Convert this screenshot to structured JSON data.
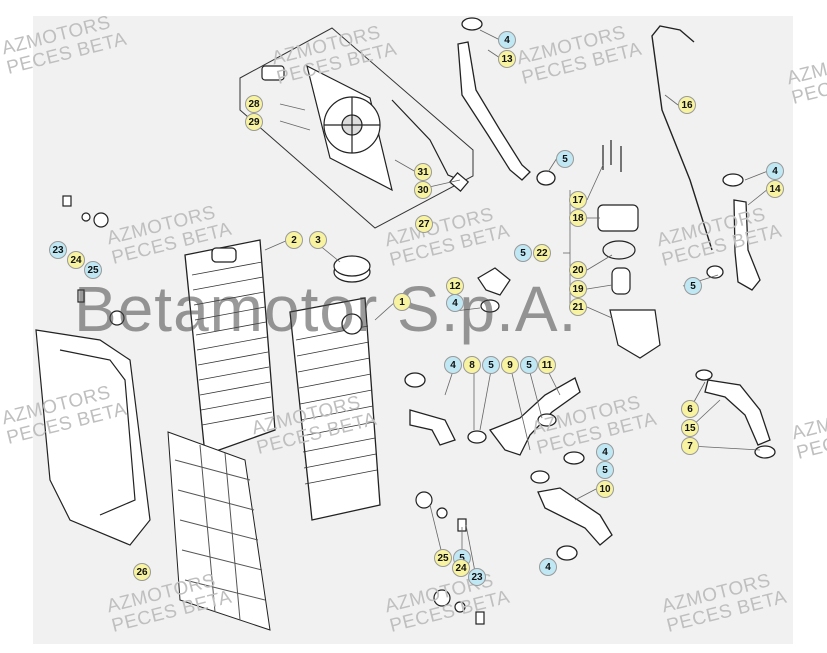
{
  "watermark": {
    "line1": "AZMOTORS",
    "line2": "PECES BETA"
  },
  "brand_text": "Betamotor S.p.A.",
  "colors": {
    "callout_yellow": "#f7f3a0",
    "callout_blue": "#bfe7f4",
    "line": "#222222"
  },
  "callouts": {
    "c1": "1",
    "c2": "2",
    "c3": "3",
    "c4a": "4",
    "c4b": "4",
    "c4c": "4",
    "c4d": "4",
    "c4e": "4",
    "c4f": "4",
    "c5a": "5",
    "c5b": "5",
    "c5c": "5",
    "c5d": "5",
    "c5e": "5",
    "c5f": "5",
    "c5g": "5",
    "c6": "6",
    "c7": "7",
    "c8": "8",
    "c9": "9",
    "c10": "10",
    "c11": "11",
    "c12": "12",
    "c13": "13",
    "c14": "14",
    "c15": "15",
    "c16": "16",
    "c17": "17",
    "c18": "18",
    "c19": "19",
    "c20": "20",
    "c21": "21",
    "c22": "22",
    "c23a": "23",
    "c23b": "23",
    "c24a": "24",
    "c24b": "24",
    "c25a": "25",
    "c25b": "25",
    "c26": "26",
    "c27": "27",
    "c28": "28",
    "c29": "29",
    "c30": "30",
    "c31": "31"
  }
}
